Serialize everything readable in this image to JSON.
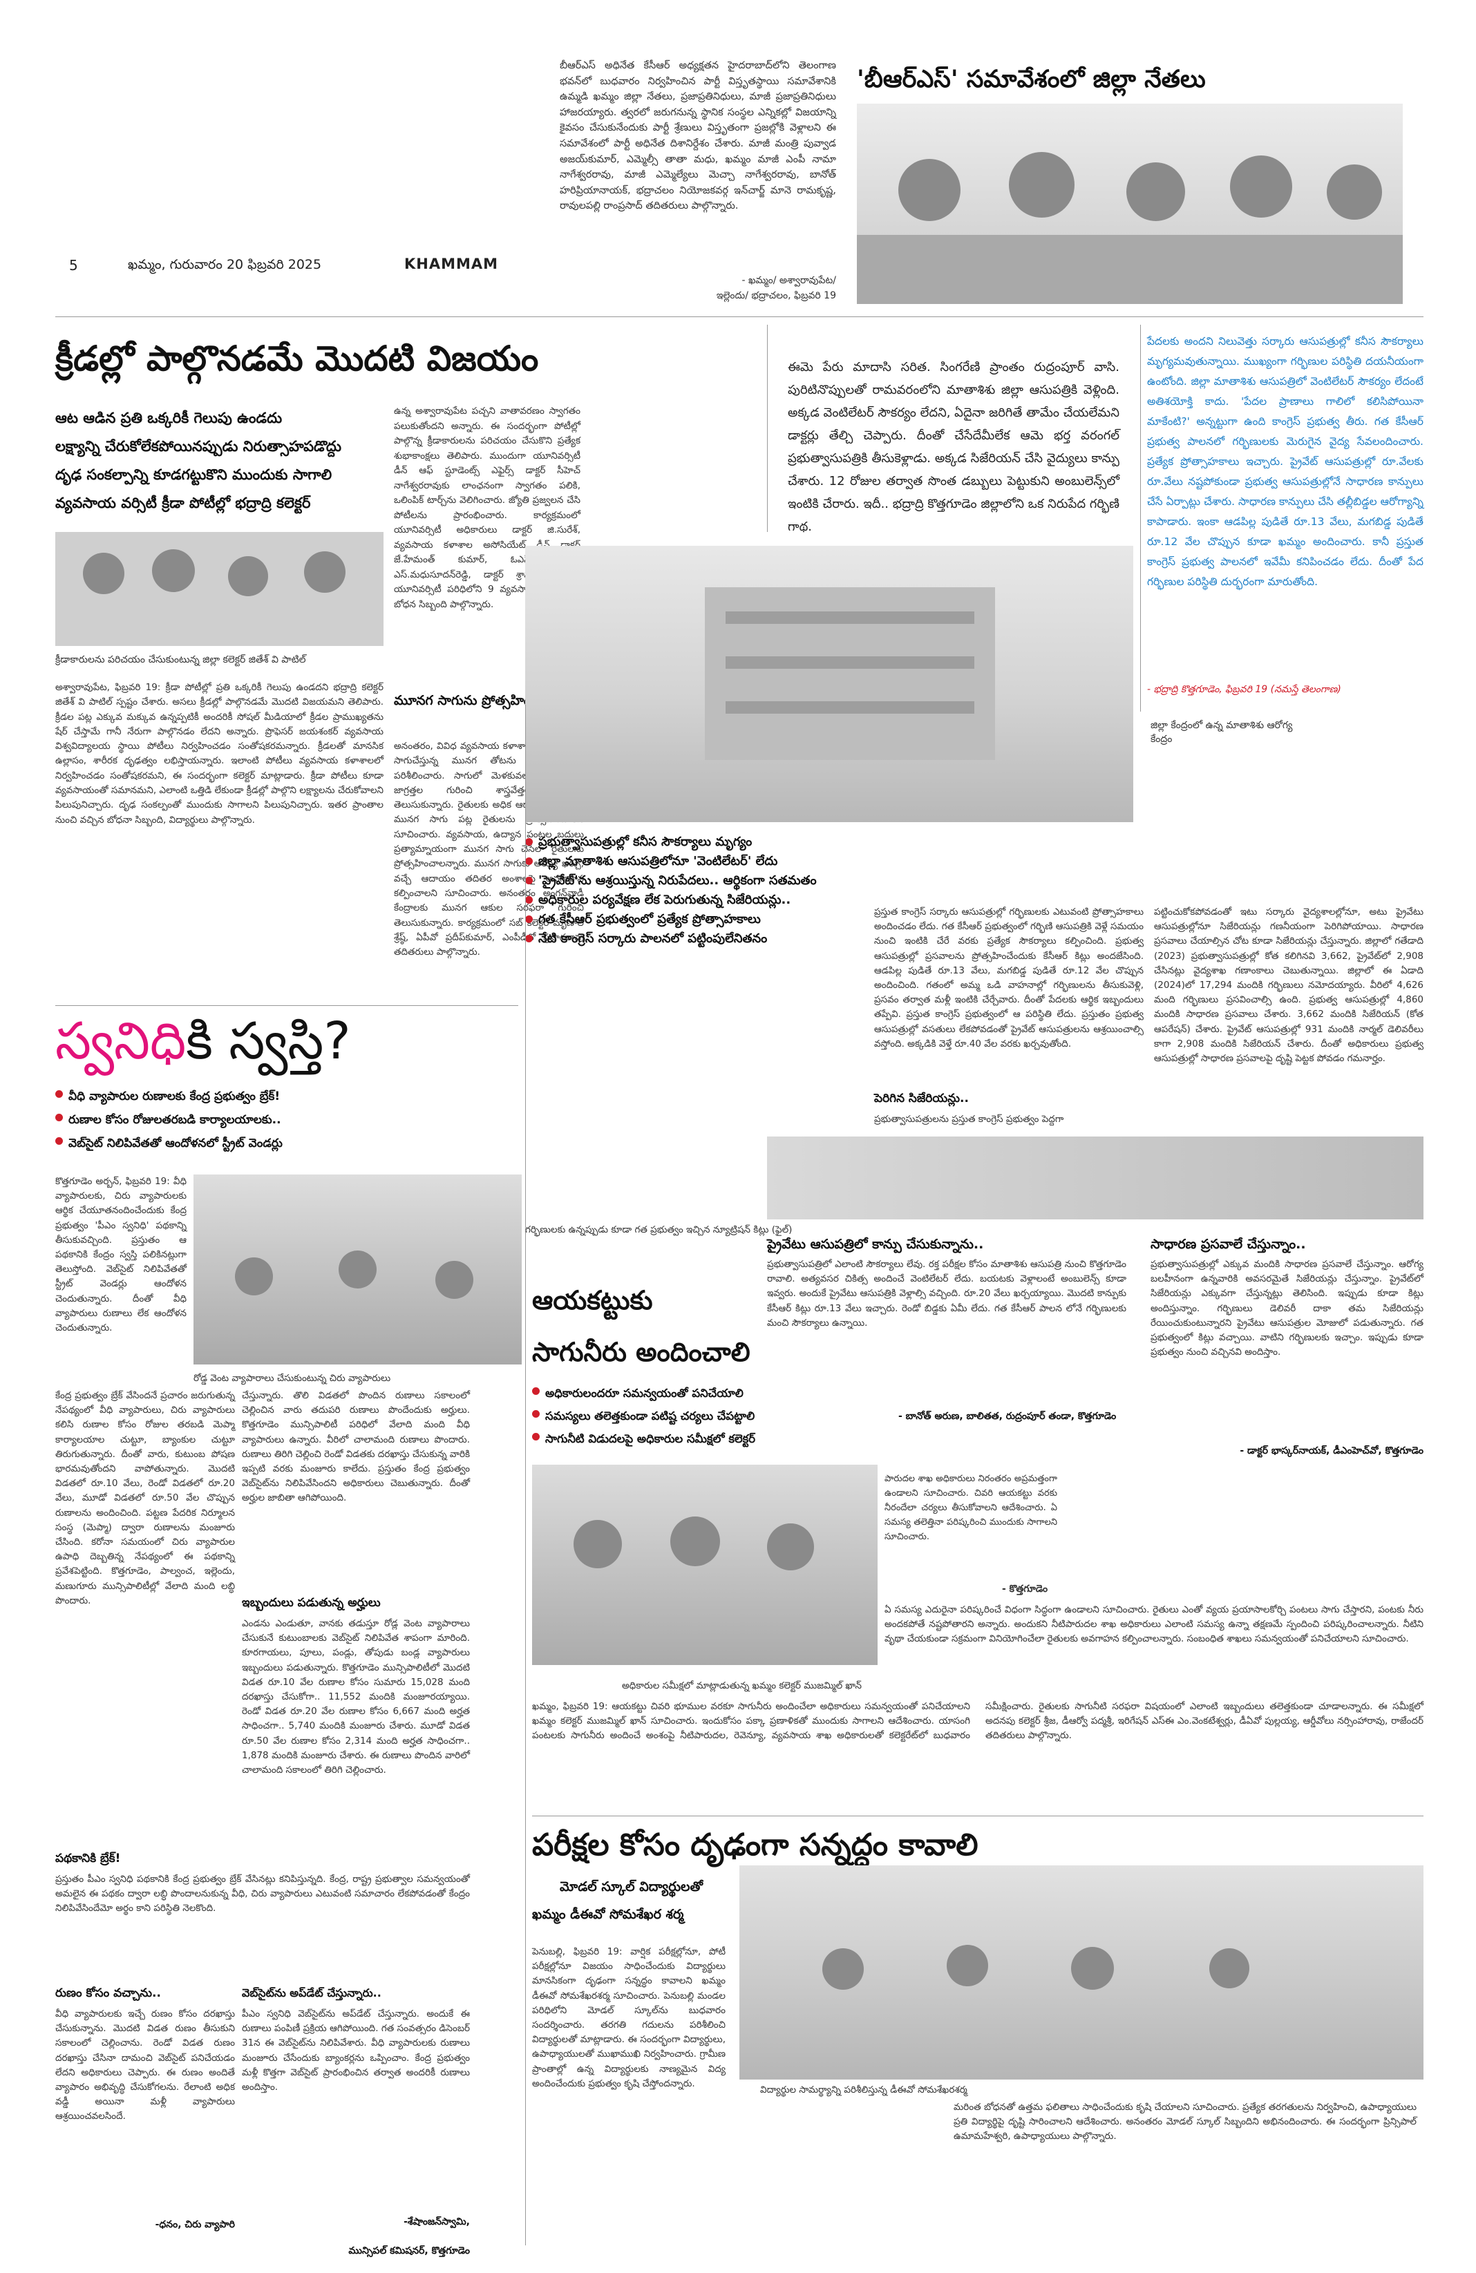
{
  "masthead": {
    "page_number": "5",
    "dateline": "ఖమ్మం, గురువారం 20 ఫిబ్రవరి 2025",
    "edition": "KHAMMAM"
  },
  "brs_story": {
    "headline": "'బీఆర్ఎస్' సమావేశంలో జిల్లా నేతలు",
    "body": "బీఆర్ఎస్ అధినేత కేసీఆర్ అధ్యక్షతన హైదరాబాద్‌లోని తెలంగాణ భవన్‌లో బుధవారం నిర్వహించిన పార్టీ విస్తృతస్థాయి సమావేశానికి ఉమ్మడి ఖమ్మం జిల్లా నేతలు, ప్రజాప్రతినిధులు, మాజీ ప్రజాప్రతినిధులు హాజరయ్యారు. త్వరలో జరుగనున్న స్థానిక సంస్థల ఎన్నికల్లో విజయాన్ని కైవసం చేసుకునేందుకు పార్టీ శ్రేణులు విస్తృతంగా ప్రజల్లోకి వెళ్లాలని ఈ సమావేశంలో పార్టీ అధినేత దిశానిర్దేశం చేశారు. మాజీ మంత్రి పువ్వాడ అజయ్‌కుమార్, ఎమ్మెల్సీ తాతా మధు, ఖమ్మం మాజీ ఎంపీ నామా నాగేశ్వరరావు, మాజీ ఎమ్మెల్యేలు మెచ్చా నాగేశ్వరరావు, బానోత్ హరిప్రియానాయక్, భద్రాచలం నియోజకవర్గ ఇన్‌చార్జ్ మానె రామకృష్ణ, రావులపల్లి రాంప్రసాద్ తదితరులు పాల్గొన్నారు.",
    "credit_1": "- ఖమ్మం/ అశ్వారావుపేట/",
    "credit_2": "ఇల్లెందు/ భద్రాచలం, ఫిబ్రవరి 19"
  },
  "sports_story": {
    "headline": "క్రీడల్లో పాల్గొనడమే మొదటి విజయం",
    "deck": [
      "ఆట ఆడిన ప్రతి ఒక్కరికీ గెలుపు ఉండదు",
      "లక్ష్యాన్ని చేరుకోలేకపోయినప్పుడు నిరుత్సాహపడొద్దు",
      "దృఢ సంకల్పాన్ని కూడగట్టుకొని ముందుకు సాగాలి",
      "వ్యవసాయ వర్సిటీ క్రీడా పోటీల్లో భద్రాద్రి కలెక్టర్"
    ],
    "col2_top": "ఉన్న అశ్వారావుపేట పచ్చని వాతావరణం స్వాగతం పలుకుతోందని అన్నారు. ఈ సందర్భంగా పోటీల్లో పాల్గొన్న క్రీడాకారులను పరిచయం చేసుకొని ప్రత్యేక శుభాకాంక్షలు తెలిపారు. ముందుగా యూనివర్సిటీ డీన్ ఆఫ్ స్టూడెంట్స్ ఎఫైర్స్ డాక్టర్ సీహెచ్ నాగేశ్వరరావుకు లాంఛనంగా స్వాగతం పలికి, ఒలింపిక్ టార్చ్‌ను వెలిగించారు. జ్యోతి ప్రజ్వలన చేసి పోటీలను ప్రారంభించారు. కార్యక్రమంలో యూనివర్సిటీ అధికారులు డాక్టర్ జి.సురేశ్, వ్యవసాయ కళాశాల అసోసియేట్ డీన్ డాక్టర్ జే.హేమంత్ కుమార్, ఓఎస్‌డీ డాక్టర్ ఎస్.మధుసూదన్‌రెడ్డి, డాక్టర్ శ్రావణ్ కుమార్, యూనివర్సిటీ పరిధిలోని 9 వ్యవసాయ కళాశాలల బోధన సిబ్బంది పాల్గొన్నారు.",
    "photo_caption": "క్రీడాకారులను పరిచయం చేసుకుంటున్న జిల్లా కలెక్టర్ జితేశ్ వి పాటిల్",
    "subhead": "మూనగ సాగును ప్రోత్సహించండి..",
    "col1_body": "అశ్వారావుపేట, ఫిబ్రవరి 19: క్రీడా పోటీల్లో ప్రతి ఒక్కరికీ గెలుపు ఉండదని భద్రాద్రి కలెక్టర్ జితేశ్ వి పాటిల్ స్పష్టం చేశారు. అసలు క్రీడల్లో పాల్గొనడమే మొదటి విజయమని తెలిపారు. క్రీడల పట్ల ఎక్కువ మక్కువ ఉన్నప్పటికీ అందరికీ సోషల్ మీడియాలో క్రీడల ప్రాముఖ్యతను షేర్ చేస్తామే గానీ నేరుగా పాల్గొనడం లేదని అన్నారు. ప్రొఫెసర్ జయశంకర్ వ్యవసాయ విశ్వవిద్యాలయ స్థాయి పోటీలు నిర్వహించడం సంతోషకరమన్నారు. క్రీడలతో మానసిక ఉల్లాసం, శారీరక దృఢత్వం లభిస్తాయన్నారు. ఇలాంటి పోటీలు వ్యవసాయ కళాశాలలో నిర్వహించడం సంతోషకరమని, ఈ సందర్భంగా కలెక్టర్ మాట్లాడారు. క్రీడా పోటీలు కూడా వ్యవసాయంతో సమానమని, ఎలాంటి ఒత్తిడి లేకుండా క్రీడల్లో పాల్గొని లక్ష్యాలను చేరుకోవాలని పిలుపునిచ్చారు. దృఢ సంకల్పంతో ముందుకు సాగాలని పిలుపునిచ్చారు. ఇతర ప్రాంతాల నుంచి వచ్చిన బోధనా సిబ్బంది, విద్యార్థులు పాల్గొన్నారు.",
    "col2_bottom": "అనంతరం, వివిధ వ్యవసాయ కళాశాలల ప్రాంగణంలో సాగుచేస్తున్న మునగ తోటను కలెక్టర్ జితేశ్ పరిశీలించారు. సాగులో మెళకువలు, కుటుంబాల జాగ్రత్తల గురించి శాస్త్రవేత్తలను అడిగి తెలుసుకున్నారు. రైతులకు అధిక ఆదాయం అందించే మునగ సాగు పట్ల రైతులను ప్రోత్సహించాలని సూచించారు. వ్యవసాయ, ఉద్యాన పంటల బదులు ప్రత్యామ్నాయంగా మునగ సాగు చేసేలా రైతులను ప్రోత్సహించాలన్నారు. మునగ సాగుకు అయ్యే ఖర్చు, వచ్చే ఆదాయం తదితర అంశాలపై అవగాహన కల్పించాలని సూచించారు. అనంతరం అంగన్‌వాడీ కేంద్రాలకు మునగ ఆకుల సరఫరా గురించి తెలుసుకున్నారు. కార్యక్రమంలో సబ్ కలెక్టర్ మృణాల్ శ్రేష్ఠ్, ఏపీవో ప్రదీప్‌కుమార్, ఎంపీడీవో ప్రసాదరావు తదితరులు పాల్గొన్నారు."
  },
  "maternity_story": {
    "intro": "ఈమె పేరు మాదాసి సరిత. సింగరేణి ప్రాంతం రుద్రంపూర్ వాసి. పురిటినొప్పులతో రామవరంలోని మాతాశిశు జిల్లా ఆసుపత్రికి వెళ్లింది. అక్కడ వెంటిలేటర్ సౌకర్యం లేదని, ఏదైనా జరిగితే తామేం చేయలేమని డాక్టర్లు తేల్చి చెప్పారు. దీంతో చేసేదేమీలేక ఆమె భర్త వరంగల్ ప్రభుత్వాసుపత్రికి తీసుకెళ్లాడు. అక్కడ సిజేరియన్ చేసి వైద్యులు కాన్పు చేశారు. 12 రోజుల తర్వాత సొంత డబ్బులు పెట్టుకుని అంబులెన్స్‌లో ఇంటికి చేరారు. ఇదీ.. భద్రాద్రి కొత్తగూడెం జిల్లాలోని ఒక నిరుపేద గర్భిణి గాథ.",
    "callout": "పేదలకు అందని నిలువెత్తు సర్కారు ఆసుపత్రుల్లో కనీస సౌకర్యాలు మృగ్యమవుతున్నాయి. ముఖ్యంగా గర్భిణుల పరిస్థితి దయనీయంగా ఉంటోంది. జిల్లా మాతాశిశు ఆసుపత్రిలో వెంటిలేటర్ సౌకర్యం లేదంటే అతిశయోక్తి కాదు. 'పేదల ప్రాణాలు గాలిలో కలిసిపోయినా మాకేంటి?' అన్నట్టుగా ఉంది కాంగ్రెస్ ప్రభుత్వ తీరు. గత కేసీఆర్ ప్రభుత్వ పాలనలో గర్భిణులకు మెరుగైన వైద్య సేవలందించారు. ప్రత్యేక ప్రోత్సాహకాలు ఇచ్చారు. ప్రైవేట్ ఆసుపత్రుల్లో రూ.వేలకు రూ.వేలు నష్టపోకుండా ప్రభుత్వ ఆసుపత్రుల్లోనే సాధారణ కాన్పులు చేసే ఏర్పాట్లు చేశారు. సాధారణ కాన్పులు చేసి తల్లీబిడ్డల ఆరోగ్యాన్ని కాపాడారు. ఇంకా ఆడపిల్ల పుడితే రూ.13 వేలు, మగబిడ్డ పుడితే రూ.12 వేల చొప్పున కూడా ఖమ్మం అందించారు. కానీ ప్రస్తుత కాంగ్రెస్ ప్రభుత్వ పాలనలో ఇవేమీ కనిపించడం లేదు. దీంతో పేద గర్భిణుల పరిస్థితి దుర్భరంగా మారుతోంది.",
    "callout_credit": "- భద్రాద్రి కొత్తగూడెం, ఫిబ్రవరి 19 (నమస్తే తెలంగాణ)",
    "photo_caption": "జిల్లా కేంద్రంలో ఉన్న మాతాశిశు ఆరోగ్య కేంద్రం",
    "bullets": [
      "ప్రభుత్వాసుపత్రుల్లో కనీస సౌకర్యాలు మృగ్యం",
      "జిల్లా మాతాశిశు ఆసుపత్రిలోనూ 'వెంటిలేటర్' లేదు",
      "'ప్రైవేట్'ను ఆశ్రయిస్తున్న నిరుపేదలు.. ఆర్థికంగా సతమతం",
      "అధికారుల పర్యవేక్షణ లేక పెరుగుతున్న సిజేరియన్లు..",
      "గత కేసీఆర్ ప్రభుత్వంలో ప్రత్యేక ప్రోత్సాహకాలు",
      "నేటి కాంగ్రెస్ సర్కారు పాలనలో పట్టింపులేనితనం"
    ],
    "col_a": "ప్రస్తుత కాంగ్రెస్ సర్కారు ఆసుపత్రుల్లో గర్భిణులకు ఎటువంటి ప్రోత్సాహకాలు అందించడం లేదు. గత కేసీఆర్ ప్రభుత్వంలో గర్భిణి ఆసుపత్రికి వెళ్లే సమయం నుంచి ఇంటికి చేరే వరకు ప్రత్యేక సౌకర్యాలు కల్పించింది. ప్రభుత్వ ఆసుపత్రుల్లో ప్రసవాలను ప్రోత్సహించేందుకు కేసీఆర్ కిట్లు అందజేసింది. ఆడపిల్ల పుడితే రూ.13 వేలు, మగబిడ్డ పుడితే రూ.12 వేల చొప్పున అందించింది. గతంలో అమ్మ ఒడి వాహనాల్లో గర్భిణులను తీసుకువెళ్లి, ప్రసవం తర్వాత మళ్లీ ఇంటికి చేర్చేవారు. దీంతో పేదలకు ఆర్థిక ఇబ్బందులు తప్పేవి. ప్రస్తుత కాంగ్రెస్ ప్రభుత్వంలో ఆ పరిస్థితి లేదు. ప్రస్తుతం ప్రభుత్వ ఆసుపత్రుల్లో వసతులు లేకపోవడంతో ప్రైవేట్ ఆసుపత్రులను ఆశ్రయించాల్సి వస్తోంది. అక్కడికి వెళ్తే రూ.40 వేల వరకు ఖర్చవుతోంది.",
    "col_a_subhead": "పెరిగిన సిజేరియన్లు..",
    "col_a_tail": "ప్రభుత్వాసుపత్రులను ప్రస్తుత కాంగ్రెస్ ప్రభుత్వం పెద్దగా",
    "col_b": "పట్టించుకోకపోవడంతో ఇటు సర్కారు వైద్యశాలల్లోనూ, అటు ప్రైవేటు ఆసుపత్రుల్లోనూ సిజేరియన్లు గణనీయంగా పెరిగిపోయాయి. సాధారణ ప్రసవాలు చేయాల్సిన చోట కూడా సిజేరియన్లు చేస్తున్నారు. జిల్లాలో గతేడాది (2023) ప్రభుత్వాసుపత్రుల్లో కోత కలిగినవి 3,662, ప్రైవేట్‌లో 2,908 చేసినట్లు వైద్యశాఖ గణాంకాలు చెబుతున్నాయి. జిల్లాలో ఈ ఏడాది (2024)లో 17,294 మందికి గర్భిణులు నమోదయ్యారు. వీరిలో 4,626 మంది గర్భిణులు ప్రసవించాల్సి ఉంది. ప్రభుత్వ ఆసుపత్రుల్లో 4,860 మందికి సాధారణ ప్రసవాలు చేశారు. 3,662 మందికి సిజేరియన్ (కోత ఆపరేషన్) చేశారు. ప్రైవేట్ ఆసుపత్రుల్లో 931 మందికి నార్మల్ డెలివరీలు కాగా 2,908 మందికి సిజేరియన్ చేశారు. దీంతో అధికారులు ప్రభుత్వ ఆసుపత్రుల్లో సాధారణ ప్రసవాలపై దృష్టి పెట్టక పోవడం గమనార్హం.",
    "photo_caption_2": "గర్భిణులకు ఉన్నప్పుడు కూడా గత ప్రభుత్వం ఇచ్చిన న్యూట్రిషన్ కిట్లు (ఫైల్)",
    "sub_private": "ప్రైవేటు ఆసుపత్రిలో కాన్పు చేసుకున్నాను..",
    "private_body": "ప్రభుత్వాసుపత్రిలో ఎలాంటి సౌకర్యాలు లేవు. రక్త పరీక్షల కోసం మాతాశిశు ఆసుపత్రి నుంచి కొత్తగూడెం రావాలి. అత్యవసర చికిత్స అందించే వెంటిలేటర్ లేదు. బయటకు వెళ్లాలంటే అంబులెన్స్ కూడా ఇవ్వరు. అందుకే ప్రైవేటు ఆసుపత్రికి వెళ్లాల్సి వచ్చింది. రూ.20 వేలు ఖర్చయ్యాయి. మొదటి కాన్పుకు కేసీఆర్ కిట్లు రూ.13 వేలు ఇచ్చారు. రెండో బిడ్డకు ఏమీ లేదు. గత కేసీఆర్ పాలన లోనే గర్భిణులకు మంచి సౌకర్యాలు ఉన్నాయి.",
    "private_credit": "- బానోత్ అరుణ, బాలితత, రుద్రంపూర్ తండా, కొత్తగూడెం",
    "sub_normal": "సాధారణ ప్రసవాలే చేస్తున్నాం..",
    "normal_body": "ప్రభుత్వాసుపత్రుల్లో ఎక్కువ మందికి సాధారణ ప్రసవాలే చేస్తున్నాం. ఆరోగ్య బలహీనంగా ఉన్నవారికి అవసరమైతే సిజేరియన్లు చేస్తున్నాం. ప్రైవేట్‌లో సిజేరియన్లు ఎక్కువగా చేస్తున్నట్లు తెలిసింది. ఇప్పుడు కూడా కిట్లు అందిస్తున్నాం. గర్భిణులు డెలివరీ దాకా తమ సిజేరియన్లు రేయించుకుంటున్నారని ప్రైవేటు ఆసుపత్రుల మోజులో పడుతున్నారు. గత ప్రభుత్వంలో కిట్లు వచ్చాయి. వాటిని గర్భిణులకు ఇచ్చాం. ఇప్పుడు కూడా ప్రభుత్వం నుంచి వచ్చినవి అందిస్తాం.",
    "normal_credit": "- డాక్టర్ భాస్కర్‌నాయక్, డీఎంహెచ్‌వో, కొత్తగూడెం"
  },
  "svanidhi_story": {
    "headline_a": "స్వనిధి",
    "headline_b": "కి స్వస్తి?",
    "bullets": [
      "వీధి వ్యాపారుల రుణాలకు కేంద్ర ప్రభుత్వం బ్రేక్!",
      "రుణాల కోసం రోజులతరబడి కార్యాలయాలకు..",
      "వెబ్‌సైట్ నిలిపివేతతో ఆందోళనలో స్ట్రీట్ వెండర్లు"
    ],
    "col1": "కొత్తగూడెం అర్బన్, ఫిబ్రవరి 19: వీధి వ్యాపారులకు, చిరు వ్యాపారులకు ఆర్థిక చేయూతనందించేందుకు కేంద్ర ప్రభుత్వం 'పీఎం స్వనిధి' పథకాన్ని తీసుకువచ్చింది. ప్రస్తుతం ఆ పథకానికి కేంద్రం స్వస్తి పలికినట్లుగా తెలుస్తోంది. వెబ్‌సైట్ నిలిపివేతతో స్ట్రీట్ వెండర్లు ఆందోళన చెందుతున్నారు. దీంతో వీధి వ్యాపారులు రుణాలు లేక ఆందోళన చెందుతున్నారు.",
    "photo_caption": "రోడ్డ వెంట వ్యాపారాలు చేసుకుంటున్న చిరు వ్యాపారులు",
    "col_long_1": "కేంద్ర ప్రభుత్వం బ్రేక్ వేసిందనే ప్రచారం జరుగుతున్న నేపథ్యంలో వీధి వ్యాపారులు, చిరు వ్యాపారులు కలిసి రుణాల కోసం రోజుల తరబడి మెప్మా కార్యాలయాల చుట్టూ, బ్యాంకుల చుట్టూ తిరుగుతున్నారు. దీంతో వారు, కుటుంబ పోషణ భారమవుతోందని వాపోతున్నారు. మొదటి విడతలో రూ.10 వేలు, రెండో విడతలో రూ.20 వేలు, మూడో విడతలో రూ.50 వేల చొప్పున రుణాలను అందించింది. పట్టణ పేదరిక నిర్మూలన సంస్థ (మెప్మా) ద్వారా రుణాలను మంజూరు చేసింది. కరోనా సమయంలో చిరు వ్యాపారుల ఉపాధి దెబ్బతిన్న నేపథ్యంలో ఈ పథకాన్ని ప్రవేశపెట్టింది. కొత్తగూడెం, పాల్వంచ, ఇల్లెందు, మణుగూరు మున్సిపాలిటీల్లో వేలాది మంది లబ్ధి పొందారు.",
    "col_long_2": "చేస్తున్నారు. తొలి విడతలో పొందిన రుణాలు సకాలంలో చెల్లించిన వారు తదుపరి రుణాలు పొందేందుకు అర్హులు. కొత్తగూడెం మున్సిపాలిటీ పరిధిలో వేలాది మంది వీధి వ్యాపారులు ఉన్నారు. వీరిలో చాలామంది రుణాలు పొందారు. రుణాలు తిరిగి చెల్లించి రెండో విడతకు దరఖాస్తు చేసుకున్న వారికి ఇప్పటి వరకు మంజూరు కాలేదు. ప్రస్తుతం కేంద్ర ప్రభుత్వం వెబ్‌సైట్‌ను నిలిపివేసిందని అధికారులు చెబుతున్నారు. దీంతో అర్హుల జాబితా ఆగిపోయింది.",
    "sub_trouble": "ఇబ్బందులు పడుతున్న అర్హులు",
    "trouble_body": "ఎండను ఎండుతూ, వానకు తడుస్తూ రోడ్ల వెంట వ్యాపారాలు చేసుకునే కుటుంబాలకు వెబ్‌సైట్ నిలిపివేత శాపంగా మారింది. కూరగాయలు, పూలు, పండ్లు, తోపుడు బండ్ల వ్యాపారులు ఇబ్బందులు పడుతున్నారు. కొత్తగూడెం మున్సిపాలిటీలో మొదటి విడత రూ.10 వేల రుణాల కోసం సుమారు 15,028 మంది దరఖాస్తు చేసుకోగా.. 11,552 మందికి మంజూరయ్యాయి. రెండో విడత రూ.20 వేల రుణాల కోసం 6,667 మంది అర్హత సాధించగా.. 5,740 మందికి మంజూరు చేశారు. మూడో విడత రూ.50 వేల రుణాల కోసం 2,314 మంది అర్హత సాధించగా.. 1,878 మందికి మంజూరు చేశారు. ఈ రుణాలు పొందిన వారిలో చాలామంది సకాలంలో తిరిగి చెల్లించారు.",
    "sub_break": "పథకానికి బ్రేక్!",
    "break_body": "ప్రస్తుతం పీఎం స్వనిధి పథకానికి కేంద్ర ప్రభుత్వం బ్రేక్ వేసినట్లు కనిపిస్తున్నది. కేంద్ర, రాష్ట్ర ప్రభుత్వాల సమన్వయంతో అమలైన ఈ పథకం ద్వారా లబ్ధి పొందాలనుకున్న వీధి, చిరు వ్యాపారులు ఎటువంటి సమాచారం లేకపోవడంతో కేంద్రం నిలిపివేసిందేమో అర్థం కాని పరిస్థితి నెలకొంది.",
    "sub_loan": "రుణం కోసం వచ్చాను..",
    "loan_body": "వీధి వ్యాపారులకు ఇచ్చే రుణం కోసం దరఖాస్తు చేసుకున్నాను. మొదటి విడత రుణం తీసుకుని సకాలంలో చెల్లించాను. రెండో విడత రుణం దరఖాస్తు చేసినా దామంచి వెబ్‌సైట్ పనిచేయడం లేదని అధికారులు చెప్పారు. ఈ రుణం అందితే వ్యాపారం అభివృద్ధి చేసుకోగలను. రేలాంటి అధిక వడ్డీ అయినా మళ్లీ వ్యాపారులు ఆశ్రయించవలసిందే.",
    "loan_credit": "-ధనం, చిరు వ్యాపారి",
    "sub_web": "వెబ్‌సైట్‌ను అప్‌డేట్ చేస్తున్నారు..",
    "web_body": "పీఎం స్వనిధి వెబ్‌సైట్‌ను అప్‌డేట్ చేస్తున్నారు. అందుకే ఈ రుణాలు పంపిణీ ప్రక్రియ ఆగిపోయింది. గత సంవత్సరం డిసెంబర్ 31న ఈ వెబ్‌సైట్‌ను నిలిపివేశారు. వీధి వ్యాపారులకు రుణాలు మంజూరు చేసేందుకు బ్యాంకర్లను ఒప్పించాం. కేంద్ర ప్రభుత్వం మళ్లీ కొత్తగా వెబ్‌సైట్ ప్రారంభించిన తర్వాత అందరికీ రుణాలు అందిస్తాం.",
    "web_credit_1": "-శేషాంజన్‌స్వామి,",
    "web_credit_2": "మున్సిపల్ కమిషనర్, కొత్తగూడెం"
  },
  "irrigation_story": {
    "headline_1": "ఆయకట్టుకు",
    "headline_2": "సాగునీరు అందించాలి",
    "bullets": [
      "అధికారులందరూ సమన్వయంతో పనిచేయాలి",
      "సమస్యలు తలెత్తకుండా పటిష్ట చర్యలు చేపట్టాలి",
      "సాగునీటి విడుదలపై అధికారుల సమీక్షలో కలెక్టర్"
    ],
    "col_1": "పారుదల శాఖ అధికారులు నిరంతరం అప్రమత్తంగా ఉండాలని సూచించారు. చివరి ఆయకట్టు వరకు నీరందేలా చర్యలు తీసుకోవాలని ఆదేశించారు. ఏ సమస్య తలెత్తినా పరిష్కరించి ముందుకు సాగాలని సూచించారు.",
    "col_1_place": "- కొత్తగూడెం",
    "col_2": "ఏ సమస్య ఎదురైనా పరిష్కరించే విధంగా సిద్ధంగా ఉండాలని సూచించారు. రైతులు ఎంతో వ్యయ ప్రయాసాలకోర్చి పంటలు సాగు చేస్తారని, పంటకు నీరు అందకపోతే నష్టపోతారని అన్నారు. అందుకని నీటిపారుదల శాఖ అధికారులు ఎలాంటి సమస్య ఉన్నా తక్షణమే స్పందించి పరిష్కరించాలన్నారు. నీటిని వృథా చేయకుండా సక్రమంగా వినియోగించేలా రైతులకు అవగాహన కల్పించాలన్నారు. సంబంధిత శాఖలు సమన్వయంతో పనిచేయాలని సూచించారు.",
    "photo_caption": "అధికారుల సమీక్షలో మాట్లాడుతున్న ఖమ్మం కలెక్టర్ ముజమ్మిల్ ఖాన్",
    "body_bottom": "ఖమ్మం, ఫిబ్రవరి 19: ఆయకట్టు చివరి భూముల వరకూ సాగునీరు అందించేలా అధికారులు సమన్వయంతో పనిచేయాలని ఖమ్మం కలెక్టర్ ముజమ్మిల్ ఖాన్ సూచించారు. ఇందుకోసం పక్కా ప్రణాళికతో ముందుకు సాగాలని ఆదేశించారు. యాసంగి పంటలకు సాగునీరు అందించే అంశంపై నీటిపారుదల, రెవెన్యూ, వ్యవసాయ శాఖ అధికారులతో కలెక్టరేట్‌లో బుధవారం సమీక్షించారు. రైతులకు సాగునీటి సరఫరా విషయంలో ఎలాంటి ఇబ్బందులు తలెత్తకుండా చూడాలన్నారు. ఈ సమీక్షలో అదనపు కలెక్టర్ శ్రీజ, డీఆర్వో పద్మశ్రీ, ఇరిగేషన్ ఎస్‌ఈ ఎం.వెంకటేశ్వర్లు, డీఏవో పుల్లయ్య, ఆర్డీవోలు నర్సింహారావు, రాజేందర్ తదితరులు పాల్గొన్నారు."
  },
  "exam_story": {
    "headline": "పరీక్షల కోసం దృఢంగా సన్నద్ధం కావాలి",
    "deck_1": "మోడల్ స్కూల్ విద్యార్థులతో",
    "deck_2": "ఖమ్మం డీఈవో సోమశేఖర శర్మ",
    "col_1": "పెనుబల్లి, ఫిబ్రవరి 19: వార్షిక పరీక్షల్లోనూ, పోటీ పరీక్షల్లోనూ విజయం సాధించేందుకు విద్యార్థులు మానసికంగా దృఢంగా సన్నద్ధం కావాలని ఖమ్మం డీఈవో సోమశేఖరశర్మ సూచించారు. పెనుబల్లి మండల పరిధిలోని మోడల్ స్కూల్‌ను బుధవారం సందర్శించారు. తరగతి గదులను పరిశీలించి విద్యార్థులతో మాట్లాడారు. ఈ సందర్భంగా విద్యార్థులు, ఉపాధ్యాయులతో ముఖాముఖి నిర్వహించారు. గ్రామీణ ప్రాంతాల్లో ఉన్న విద్యార్థులకు నాణ్యమైన విద్య అందించేందుకు ప్రభుత్వం కృషి చేస్తోందన్నారు.",
    "photo_caption": "విద్యార్థుల సామర్థ్యాన్ని పరిశీలిస్తున్న డీఈవో సోమశేఖరశర్మ",
    "col_2": "మరింత బోధనతో ఉత్తమ ఫలితాలు సాధించేందుకు కృషి చేయాలని సూచించారు. ప్రత్యేక తరగతులను నిర్వహించి, ఉపాధ్యాయులు ప్రతి విద్యార్థిపై దృష్టి సారించాలని ఆదేశించారు. అనంతరం మోడల్ స్కూల్ సిబ్బందిని అభినందించారు. ఈ సందర్భంగా ప్రిన్సిపాల్ ఉమామహేశ్వరి, ఉపాధ్యాయులు పాల్గొన్నారు."
  }
}
